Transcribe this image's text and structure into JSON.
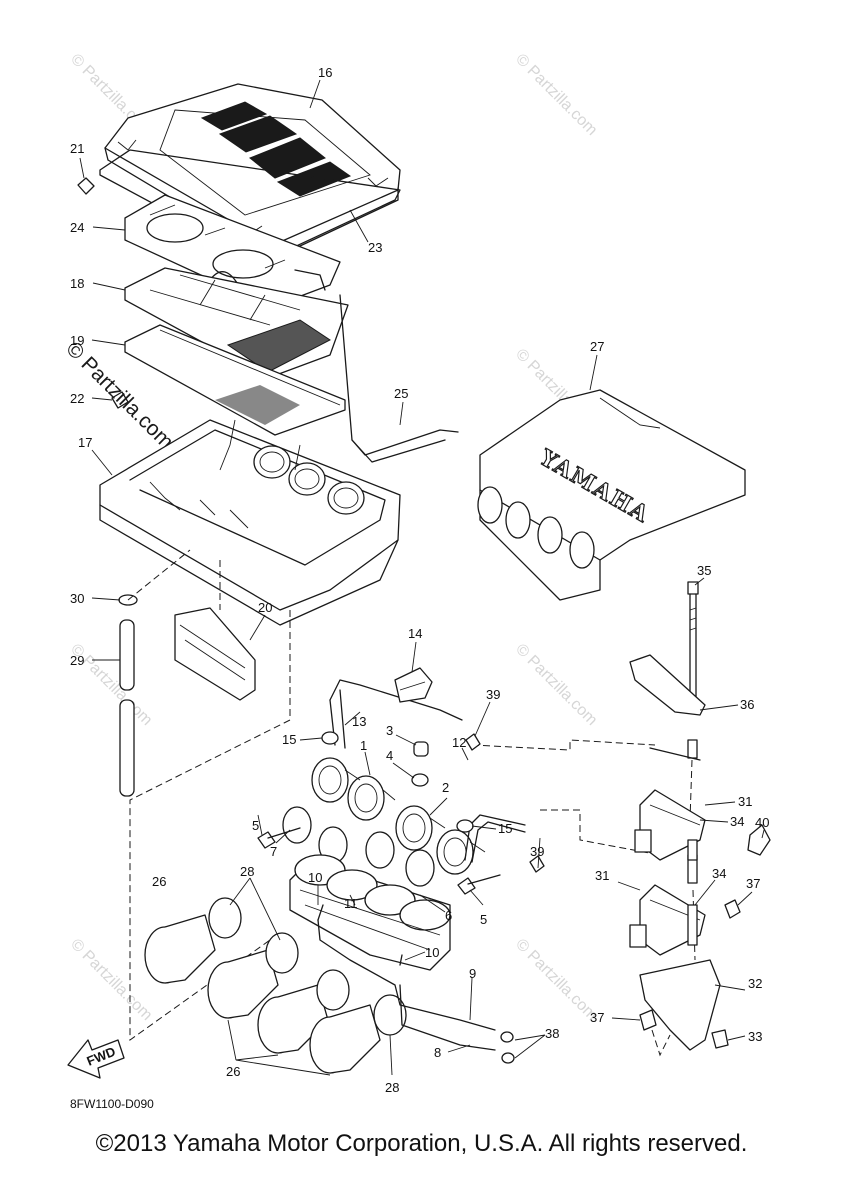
{
  "diagram_code": "8FW1100-D090",
  "fwd_label": "FWD",
  "brand_text": "YAMAHA",
  "copyright": "©2013 Yamaha Motor Corporation, U.S.A. All rights reserved.",
  "watermark_text": "© Partzilla.com",
  "callouts": [
    {
      "id": "c16",
      "text": "16"
    },
    {
      "id": "c21",
      "text": "21"
    },
    {
      "id": "c24",
      "text": "24"
    },
    {
      "id": "c23",
      "text": "23"
    },
    {
      "id": "c18",
      "text": "18"
    },
    {
      "id": "c19",
      "text": "19"
    },
    {
      "id": "c22",
      "text": "22"
    },
    {
      "id": "c17",
      "text": "17"
    },
    {
      "id": "c25",
      "text": "25"
    },
    {
      "id": "c27",
      "text": "27"
    },
    {
      "id": "c30",
      "text": "30"
    },
    {
      "id": "c20",
      "text": "20"
    },
    {
      "id": "c29",
      "text": "29"
    },
    {
      "id": "c35",
      "text": "35"
    },
    {
      "id": "c14",
      "text": "14"
    },
    {
      "id": "c36",
      "text": "36"
    },
    {
      "id": "c39a",
      "text": "39"
    },
    {
      "id": "c13",
      "text": "13"
    },
    {
      "id": "c3",
      "text": "3"
    },
    {
      "id": "c12",
      "text": "12"
    },
    {
      "id": "c15a",
      "text": "15"
    },
    {
      "id": "c1",
      "text": "1"
    },
    {
      "id": "c4",
      "text": "4"
    },
    {
      "id": "c31a",
      "text": "31"
    },
    {
      "id": "c2",
      "text": "2"
    },
    {
      "id": "c40",
      "text": "40"
    },
    {
      "id": "c5a",
      "text": "5"
    },
    {
      "id": "c15b",
      "text": "15"
    },
    {
      "id": "c34a",
      "text": "34"
    },
    {
      "id": "c7",
      "text": "7"
    },
    {
      "id": "c39b",
      "text": "39"
    },
    {
      "id": "c10a",
      "text": "10"
    },
    {
      "id": "c11",
      "text": "11"
    },
    {
      "id": "c26a",
      "text": "26"
    },
    {
      "id": "c28a",
      "text": "28"
    },
    {
      "id": "c31b",
      "text": "31"
    },
    {
      "id": "c34b",
      "text": "34"
    },
    {
      "id": "c37a",
      "text": "37"
    },
    {
      "id": "c6",
      "text": "6"
    },
    {
      "id": "c5b",
      "text": "5"
    },
    {
      "id": "c10b",
      "text": "10"
    },
    {
      "id": "c9",
      "text": "9"
    },
    {
      "id": "c32",
      "text": "32"
    },
    {
      "id": "c37b",
      "text": "37"
    },
    {
      "id": "c38",
      "text": "38"
    },
    {
      "id": "c33",
      "text": "33"
    },
    {
      "id": "c8",
      "text": "8"
    },
    {
      "id": "c28b",
      "text": "28"
    },
    {
      "id": "c26b",
      "text": "26"
    }
  ]
}
